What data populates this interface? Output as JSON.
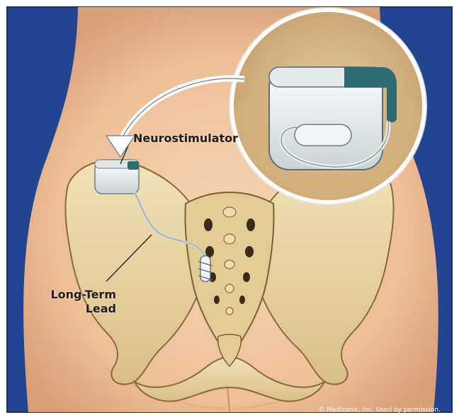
{
  "image": {
    "type": "medical-illustration",
    "subject": "sacral neuromodulation implant in pelvis"
  },
  "labels": {
    "neurostimulator": "Neurostimulator",
    "lead_line1": "Long-Term",
    "lead_line2": "Lead"
  },
  "credit": "© Medtronic, Inc. Used by permission.",
  "colors": {
    "background_blue": "#23458f",
    "skin": "#f0c9a3",
    "bone": "#e9d7a6",
    "device_silver": "#e8eef0",
    "device_header": "#2f6b73"
  }
}
